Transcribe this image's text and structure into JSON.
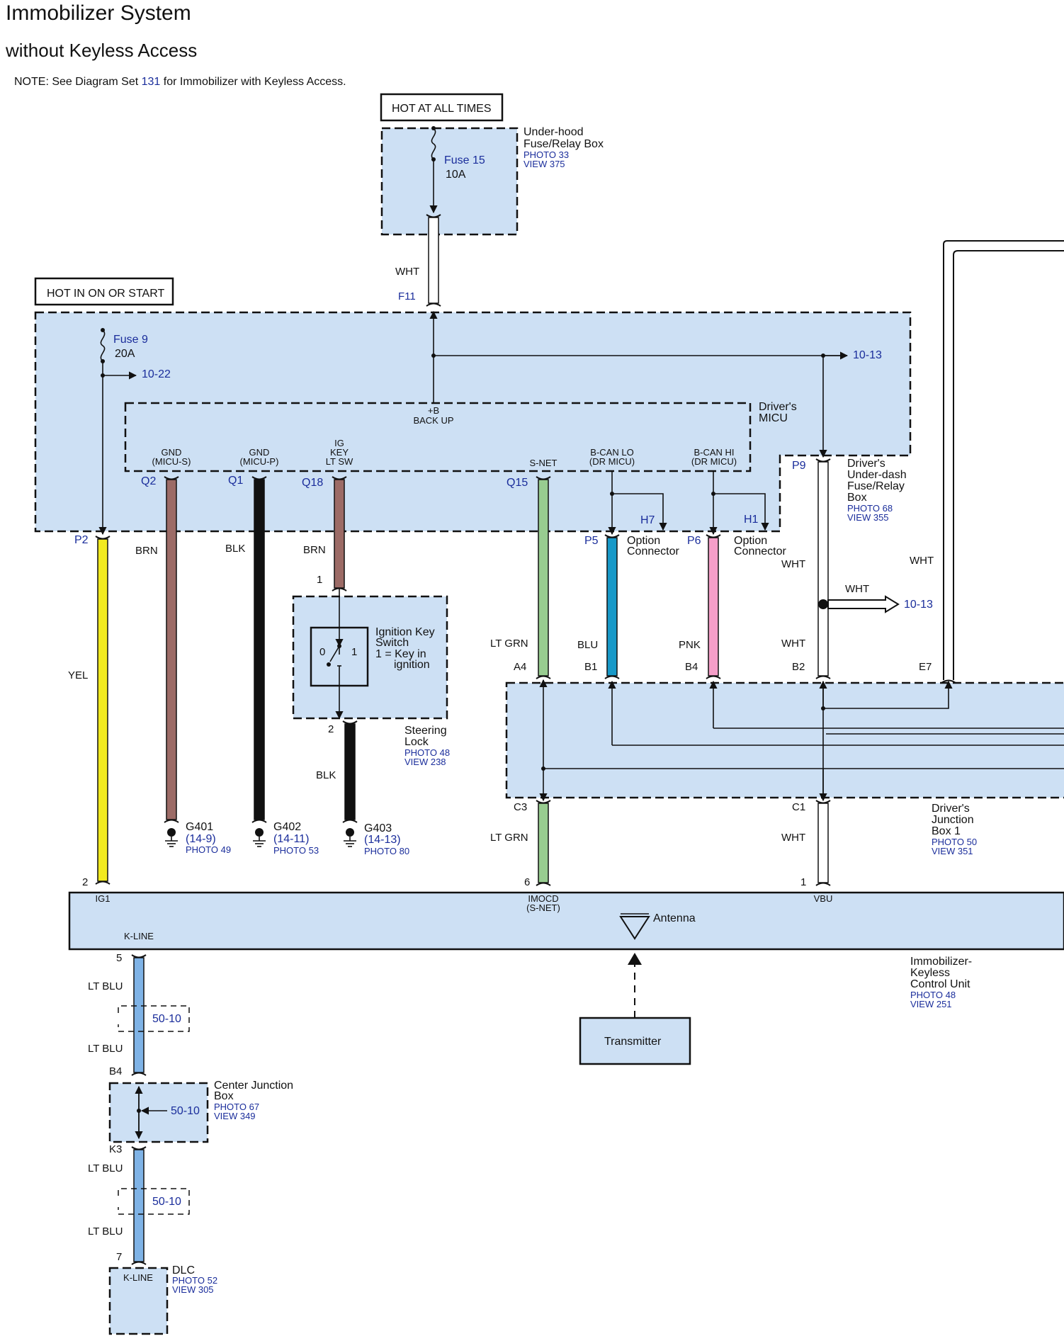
{
  "title": "Immobilizer System",
  "subtitle": "without Keyless Access",
  "note": {
    "prefix": "NOTE: See Diagram Set ",
    "link": "131",
    "suffix": " for Immobilizer with Keyless Access."
  },
  "colors": {
    "box_fill": "#cde0f4",
    "ref_blue": "#1a2d9b",
    "YEL": "#f2ea1f",
    "BRN": "#9c6b66",
    "BLK": "#111111",
    "LT GRN": "#98cc90",
    "BLU": "#1899c8",
    "PNK": "#f59ec8",
    "WHT": "#ffffff",
    "LT BLU": "#7fb3e6"
  },
  "labels": {
    "hot_at_all_times": "HOT AT ALL TIMES",
    "hot_in_on": "HOT IN ON OR START",
    "fuse15": "Fuse 15",
    "fuse15_amp": "10A",
    "fuse9": "Fuse 9",
    "fuse9_amp": "20A",
    "underhood_1": "Under-hood",
    "underhood_2": "Fuse/Relay Box",
    "underhood_photo": "PHOTO 33",
    "underhood_view": "VIEW 375",
    "wht": "WHT",
    "f11": "F11",
    "ref_1022": "10-22",
    "ref_1013": "10-13",
    "backup_1": "+B",
    "backup_2": "BACK UP",
    "micu_1": "Driver's",
    "micu_2": "MICU",
    "gnd_s_1": "GND",
    "gnd_s_2": "(MICU-S)",
    "gnd_p_1": "GND",
    "gnd_p_2": "(MICU-P)",
    "ig_1": "IG",
    "ig_2": "KEY",
    "ig_3": "LT SW",
    "snet": "S-NET",
    "bcanlo_1": "B-CAN LO",
    "bcanlo_2": "(DR MICU)",
    "bcanhi_1": "B-CAN HI",
    "bcanhi_2": "(DR MICU)",
    "q2": "Q2",
    "q1": "Q1",
    "q18": "Q18",
    "q15": "Q15",
    "h7": "H7",
    "h1": "H1",
    "p9": "P9",
    "p2": "P2",
    "p5": "P5",
    "p6": "P6",
    "option_1": "Option",
    "option_2": "Connector",
    "underdash_1": "Driver's",
    "underdash_2": "Under-dash",
    "underdash_3": "Fuse/Relay",
    "underdash_4": "Box",
    "underdash_photo": "PHOTO 68",
    "underdash_view": "VIEW 355",
    "brn": "BRN",
    "blk": "BLK",
    "yel": "YEL",
    "ltgrn": "LT GRN",
    "blu": "BLU",
    "pnk": "PNK",
    "ltblu": "LT BLU",
    "pin1": "1",
    "pin2": "2",
    "pin5": "5",
    "pin6": "6",
    "pin7": "7",
    "ign_1": "Ignition Key",
    "ign_2": "Switch",
    "ign_3": "1 = Key in",
    "ign_4": "ignition",
    "sw0": "0",
    "sw1": "1",
    "steer_1": "Steering",
    "steer_2": "Lock",
    "steer_photo": "PHOTO 48",
    "steer_view": "VIEW 238",
    "a4": "A4",
    "b1": "B1",
    "b4": "B4",
    "b2": "B2",
    "e7": "E7",
    "c3": "C3",
    "c1": "C1",
    "k3": "K3",
    "g401": "G401",
    "g401_ref": "(14-9)",
    "g401_photo": "PHOTO 49",
    "g402": "G402",
    "g402_ref": "(14-11)",
    "g402_photo": "PHOTO 53",
    "g403": "G403",
    "g403_ref": "(14-13)",
    "g403_photo": "PHOTO 80",
    "jb1_1": "Driver's",
    "jb1_2": "Junction",
    "jb1_3": "Box 1",
    "jb1_photo": "PHOTO 50",
    "jb1_view": "VIEW 351",
    "ig1": "IG1",
    "imocd_1": "IMOCD",
    "imocd_2": "(S-NET)",
    "vbu": "VBU",
    "kline": "K-LINE",
    "antenna": "Antenna",
    "imu_1": "Immobilizer-",
    "imu_2": "Keyless",
    "imu_3": "Control Unit",
    "imu_photo": "PHOTO 48",
    "imu_view": "VIEW 251",
    "ref_5010": "50-10",
    "transmitter": "Transmitter",
    "cjb_1": "Center Junction",
    "cjb_2": "Box",
    "cjb_photo": "PHOTO 67",
    "cjb_view": "VIEW 349",
    "dlc": "DLC",
    "dlc_photo": "PHOTO 52",
    "dlc_view": "VIEW 305"
  }
}
